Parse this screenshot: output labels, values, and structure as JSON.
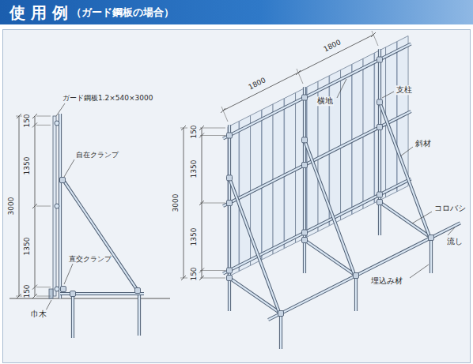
{
  "diagram": {
    "title": "使 用 例",
    "labels": [
      "（ガード鋼板の場合）",
      "ガード鋼板1.2×540×3000",
      "自在クランプ",
      "直交クランプ",
      "巾木",
      "150",
      "1350",
      "3000",
      "1350",
      "150",
      "1800",
      "1800",
      "横地",
      "支柱",
      "斜材",
      "コロバシ",
      "埋込み材",
      "流し",
      "3000",
      "150",
      "1350",
      "1350",
      "150"
    ]
  }
}
